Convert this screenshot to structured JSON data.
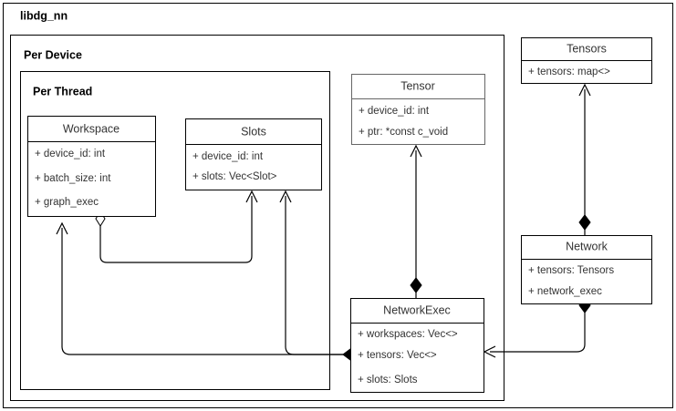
{
  "diagram": {
    "title": "libdg_nn",
    "groups": [
      {
        "id": "per-device",
        "label": "Per Device"
      },
      {
        "id": "per-thread",
        "label": "Per Thread"
      }
    ],
    "classes": [
      {
        "id": "workspace",
        "name": "Workspace",
        "attributes": [
          "+ device_id: int",
          "+ batch_size: int",
          "+ graph_exec"
        ]
      },
      {
        "id": "slots",
        "name": "Slots",
        "attributes": [
          "+ device_id: int",
          "+ slots: Vec<Slot>"
        ]
      },
      {
        "id": "tensor",
        "name": "Tensor",
        "attributes": [
          "+ device_id: int",
          "+ ptr: *const c_void"
        ]
      },
      {
        "id": "tensors",
        "name": "Tensors",
        "attributes": [
          "+ tensors: map<>"
        ]
      },
      {
        "id": "network",
        "name": "Network",
        "attributes": [
          "+ tensors: Tensors",
          "+ network_exec"
        ]
      },
      {
        "id": "networkexec",
        "name": "NetworkExec",
        "attributes": [
          "+ workspaces: Vec<>",
          "+ tensors: Vec<>",
          "+ slots: Slots"
        ]
      }
    ],
    "colors": {
      "stroke": "#000000",
      "stroke_muted": "#666666",
      "text": "#333333",
      "background": "#ffffff"
    }
  }
}
